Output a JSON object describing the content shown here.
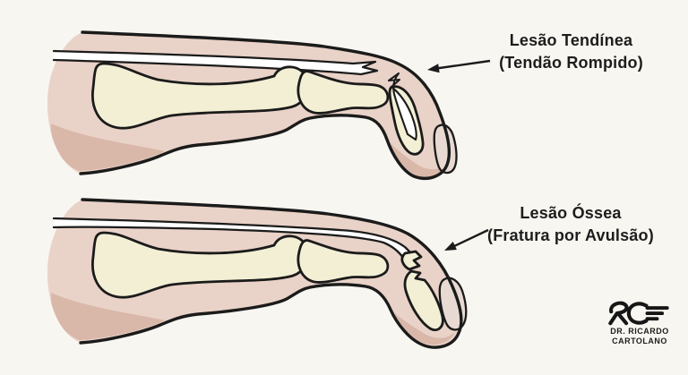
{
  "labels": {
    "tendon_injury": {
      "line1": "Lesão Tendínea",
      "line2": "(Tendão Rompido)"
    },
    "bone_injury": {
      "line1": "Lesão Óssea",
      "line2": "(Fratura por Avulsão)"
    }
  },
  "logo": {
    "monogram": "RC",
    "name_line1": "DR. RICARDO",
    "name_line2": "CARTOLANO"
  },
  "colors": {
    "background": "#f8f6f1",
    "skin": "#e9d2c7",
    "skin_shadow": "#d9b8a9",
    "bone": "#f3efd5",
    "tendon": "#ffffff",
    "nail": "#e8dad2",
    "outline": "#1b1b1b",
    "text": "#1d1d1d"
  }
}
